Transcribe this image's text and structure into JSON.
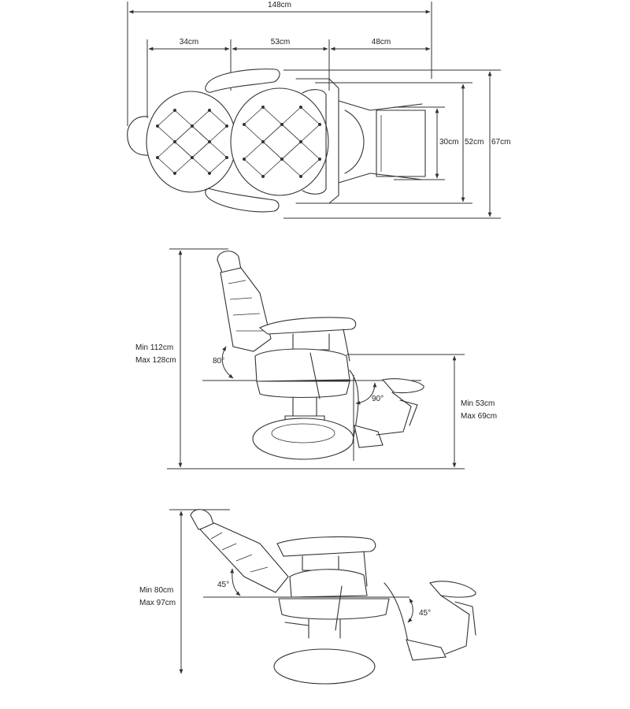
{
  "top_view": {
    "overall_length": "148cm",
    "head_section": "34cm",
    "seat_section": "53cm",
    "foot_section": "48cm",
    "footrest_width": "30cm",
    "seat_width": "52cm",
    "overall_width": "67cm"
  },
  "side_view_upright": {
    "height_min": "Min 112cm",
    "height_max": "Max 128cm",
    "back_angle": "80°",
    "foot_angle": "90°",
    "seat_height_min": "Min 53cm",
    "seat_height_max": "Max 69cm"
  },
  "side_view_reclined": {
    "height_min": "Min 80cm",
    "height_max": "Max 97cm",
    "back_angle": "45°",
    "foot_angle": "45°"
  }
}
